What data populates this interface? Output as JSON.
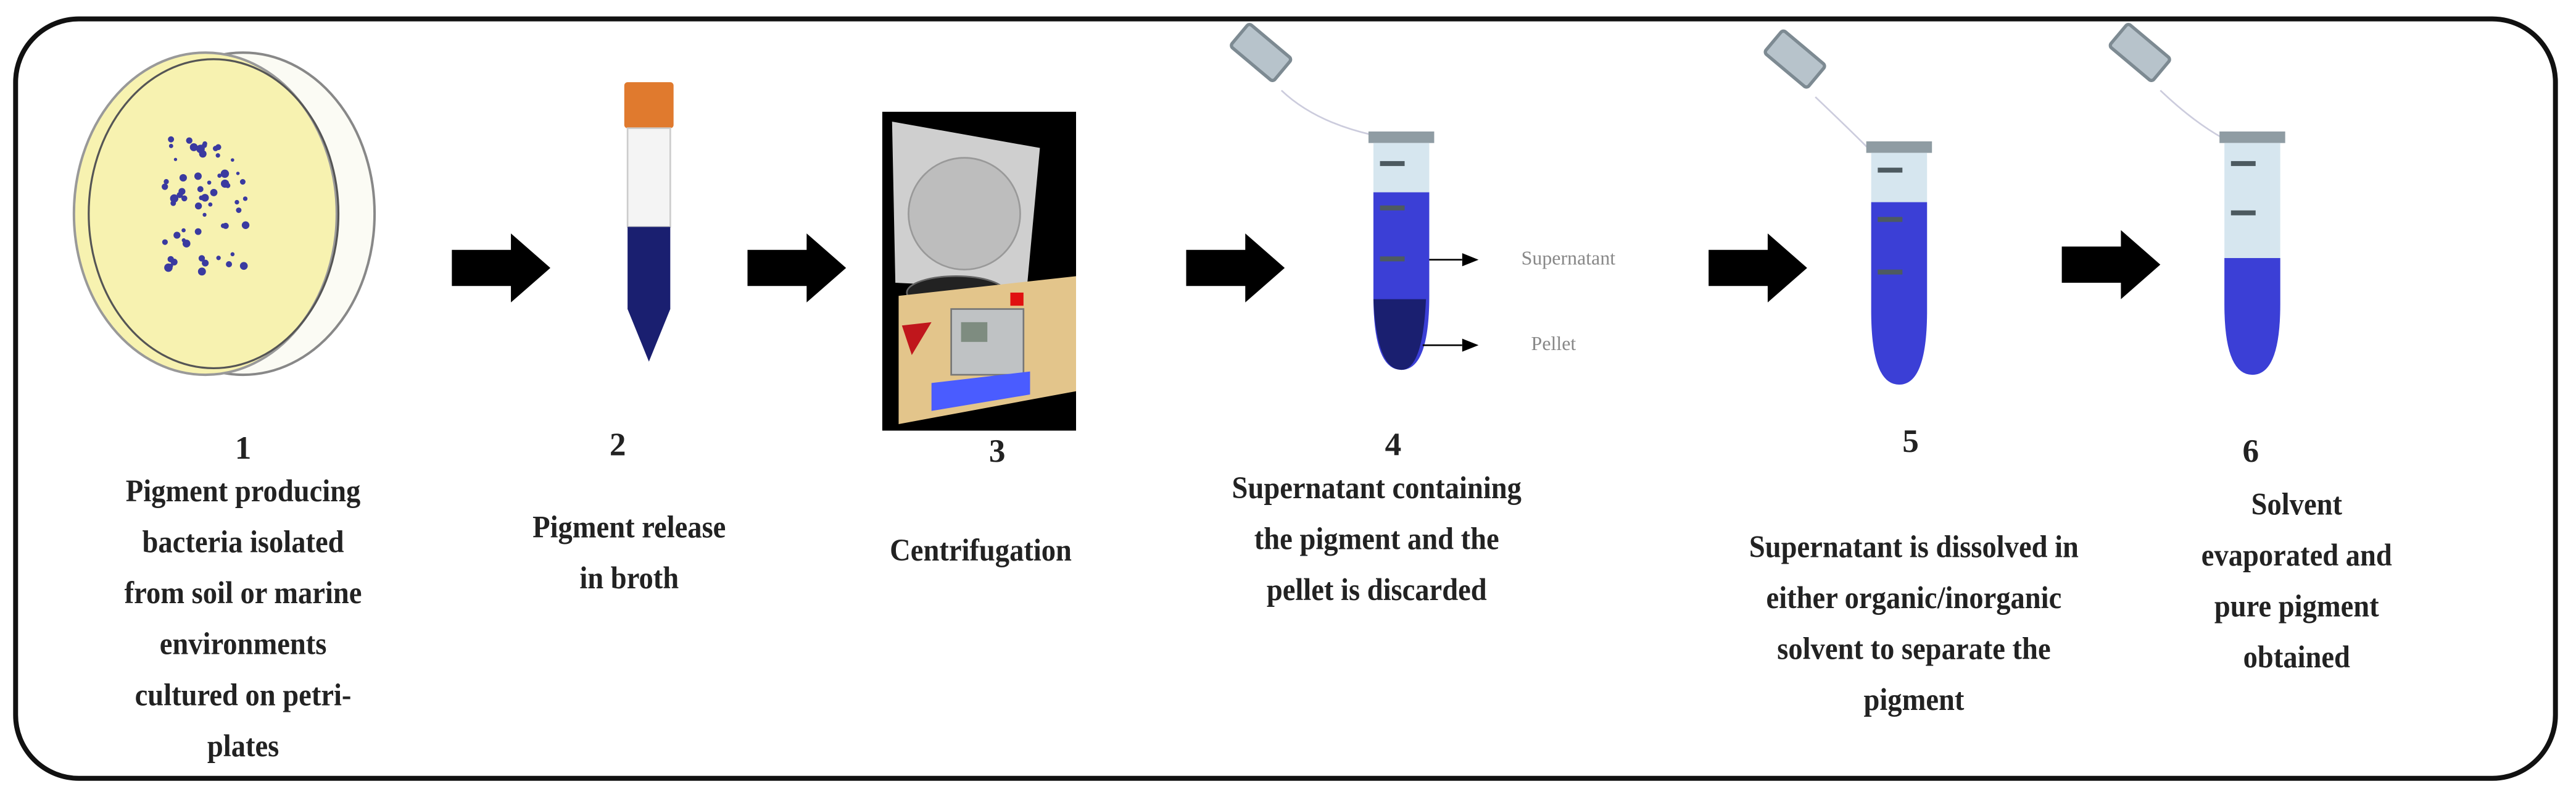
{
  "steps": [
    {
      "number": "1",
      "caption": [
        "Pigment producing",
        "bacteria isolated",
        "from soil or marine",
        "environments",
        "cultured on petri-",
        "plates"
      ]
    },
    {
      "number": "2",
      "caption": [
        "Pigment release",
        "in broth"
      ]
    },
    {
      "number": "3",
      "caption": [
        "Centrifugation"
      ]
    },
    {
      "number": "4",
      "caption": [
        "Supernatant containing",
        "the pigment and the",
        "pellet is discarded"
      ]
    },
    {
      "number": "5",
      "caption": [
        "Supernatant is dissolved in",
        "either organic/inorganic",
        "solvent to separate the",
        "pigment"
      ]
    },
    {
      "number": "6",
      "caption": [
        "Solvent",
        "evaporated and",
        "pure pigment",
        "obtained"
      ]
    }
  ],
  "labels": {
    "supernatant": "Supernatant",
    "pellet": "Pellet"
  },
  "colors": {
    "pigment": "#3b3fd6",
    "broth": "#1a1f70",
    "agar": "#f7f2b0",
    "cap": "#e07a2e"
  }
}
